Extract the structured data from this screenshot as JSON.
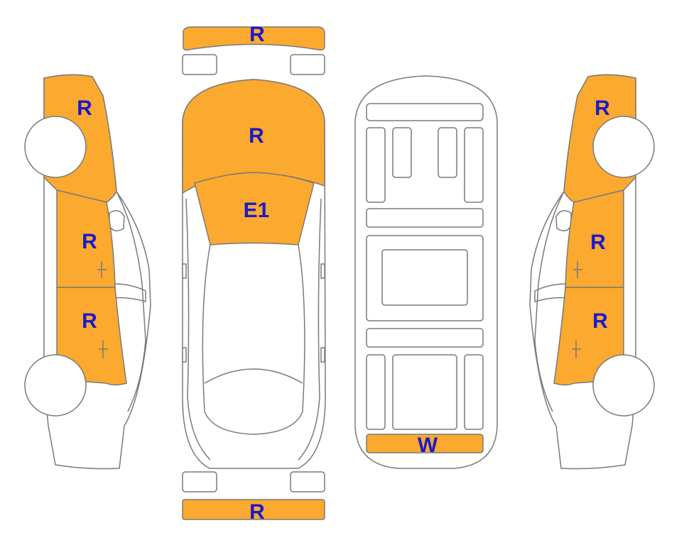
{
  "colors": {
    "damage_fill": "#FBA92F",
    "label_color": "#1A1ACC",
    "outline": "#7A7A7A",
    "body_fill": "#FFFFFF"
  },
  "labels": {
    "front_bumper": "R",
    "hood": "R",
    "windshield": "E1",
    "rear_bumper": "R",
    "underbody_rear_panel": "W",
    "left_fender": "R",
    "left_front_door": "R",
    "left_rear_door": "R",
    "right_fender": "R",
    "right_front_door": "R",
    "right_rear_door": "R"
  }
}
